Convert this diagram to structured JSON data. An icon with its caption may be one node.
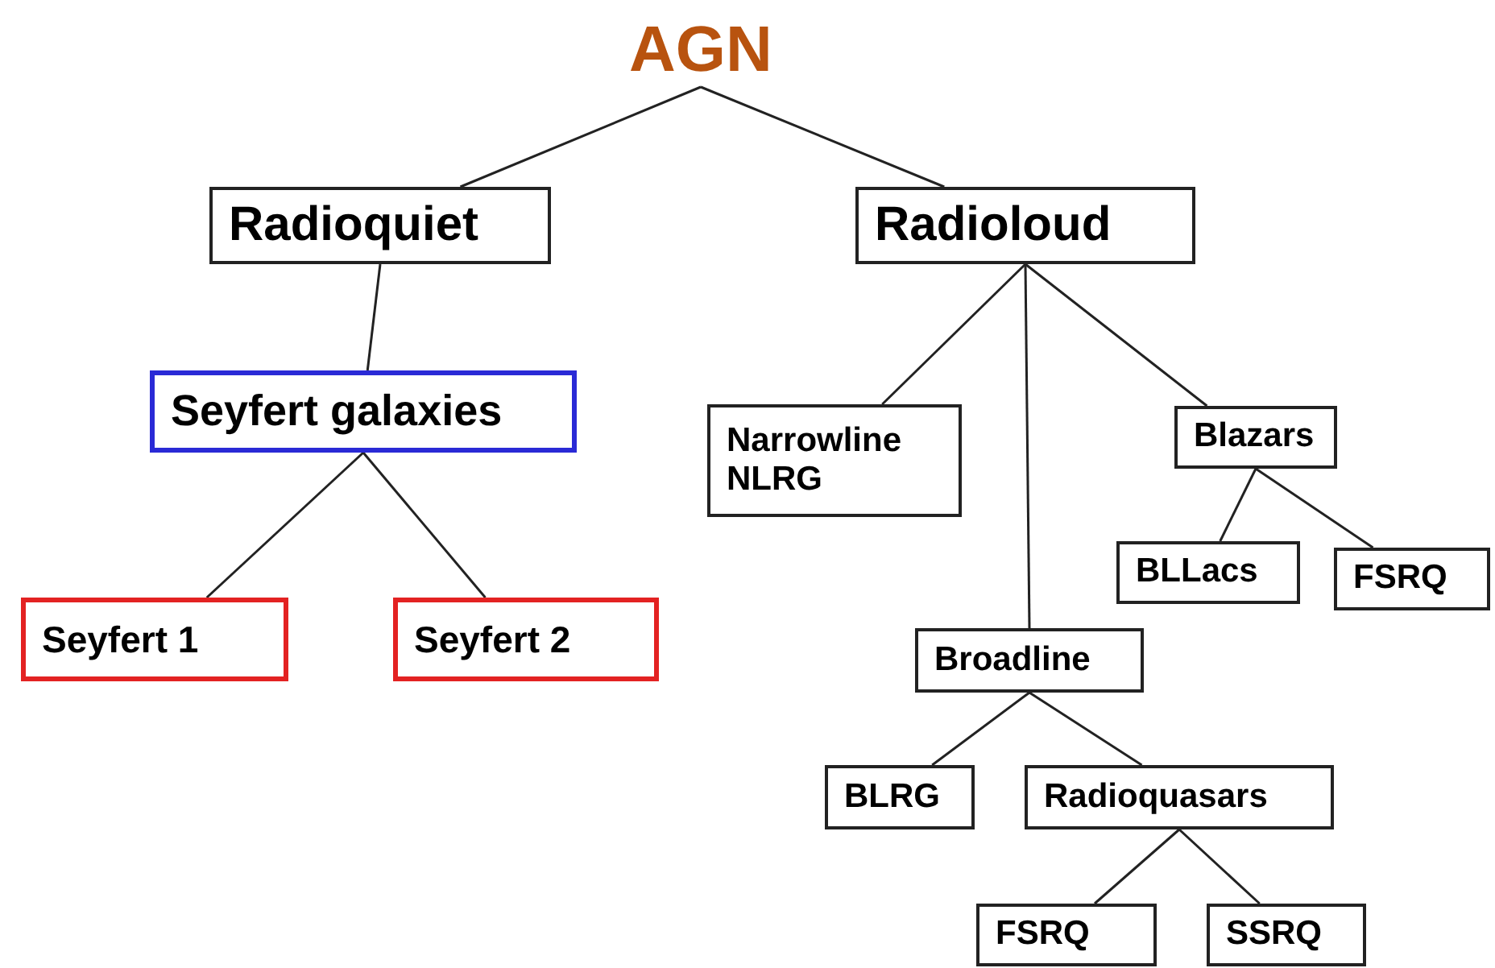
{
  "diagram": {
    "nodes": [
      {
        "text": [
          "AGN"
        ]
      },
      {
        "text": [
          "Radioquiet"
        ]
      },
      {
        "text": [
          "Radioloud"
        ]
      },
      {
        "text": [
          "Seyfert galaxies"
        ]
      },
      {
        "text": [
          "Seyfert 1"
        ]
      },
      {
        "text": [
          "Seyfert 2"
        ]
      },
      {
        "text": [
          "Narrowline NLRG"
        ]
      },
      {
        "text": [
          "Blazars"
        ]
      },
      {
        "text": [
          "BLLacs"
        ]
      },
      {
        "text": [
          "FSRQ"
        ]
      },
      {
        "text": [
          "Broadline"
        ]
      },
      {
        "text": [
          "BLRG"
        ]
      },
      {
        "text": [
          "Radioquasars"
        ]
      },
      {
        "text": [
          "FSRQ"
        ]
      },
      {
        "text": [
          "SSRQ"
        ]
      }
    ],
    "edges": [
      {
        "from": 0,
        "to": 1,
        "arrow": "none"
      },
      {
        "from": 0,
        "to": 2,
        "arrow": "none"
      },
      {
        "from": 1,
        "to": 3,
        "arrow": "none"
      },
      {
        "from": 3,
        "to": 4,
        "arrow": "none"
      },
      {
        "from": 3,
        "to": 5,
        "arrow": "none"
      },
      {
        "from": 2,
        "to": 6,
        "arrow": "none"
      },
      {
        "from": 2,
        "to": 10,
        "arrow": "none"
      },
      {
        "from": 2,
        "to": 7,
        "arrow": "none"
      },
      {
        "from": 7,
        "to": 8,
        "arrow": "none"
      },
      {
        "from": 7,
        "to": 9,
        "arrow": "none"
      },
      {
        "from": 10,
        "to": 11,
        "arrow": "none"
      },
      {
        "from": 10,
        "to": 12,
        "arrow": "none"
      },
      {
        "from": 12,
        "to": 13,
        "arrow": "none"
      },
      {
        "from": 12,
        "to": 14,
        "arrow": "none"
      }
    ]
  }
}
